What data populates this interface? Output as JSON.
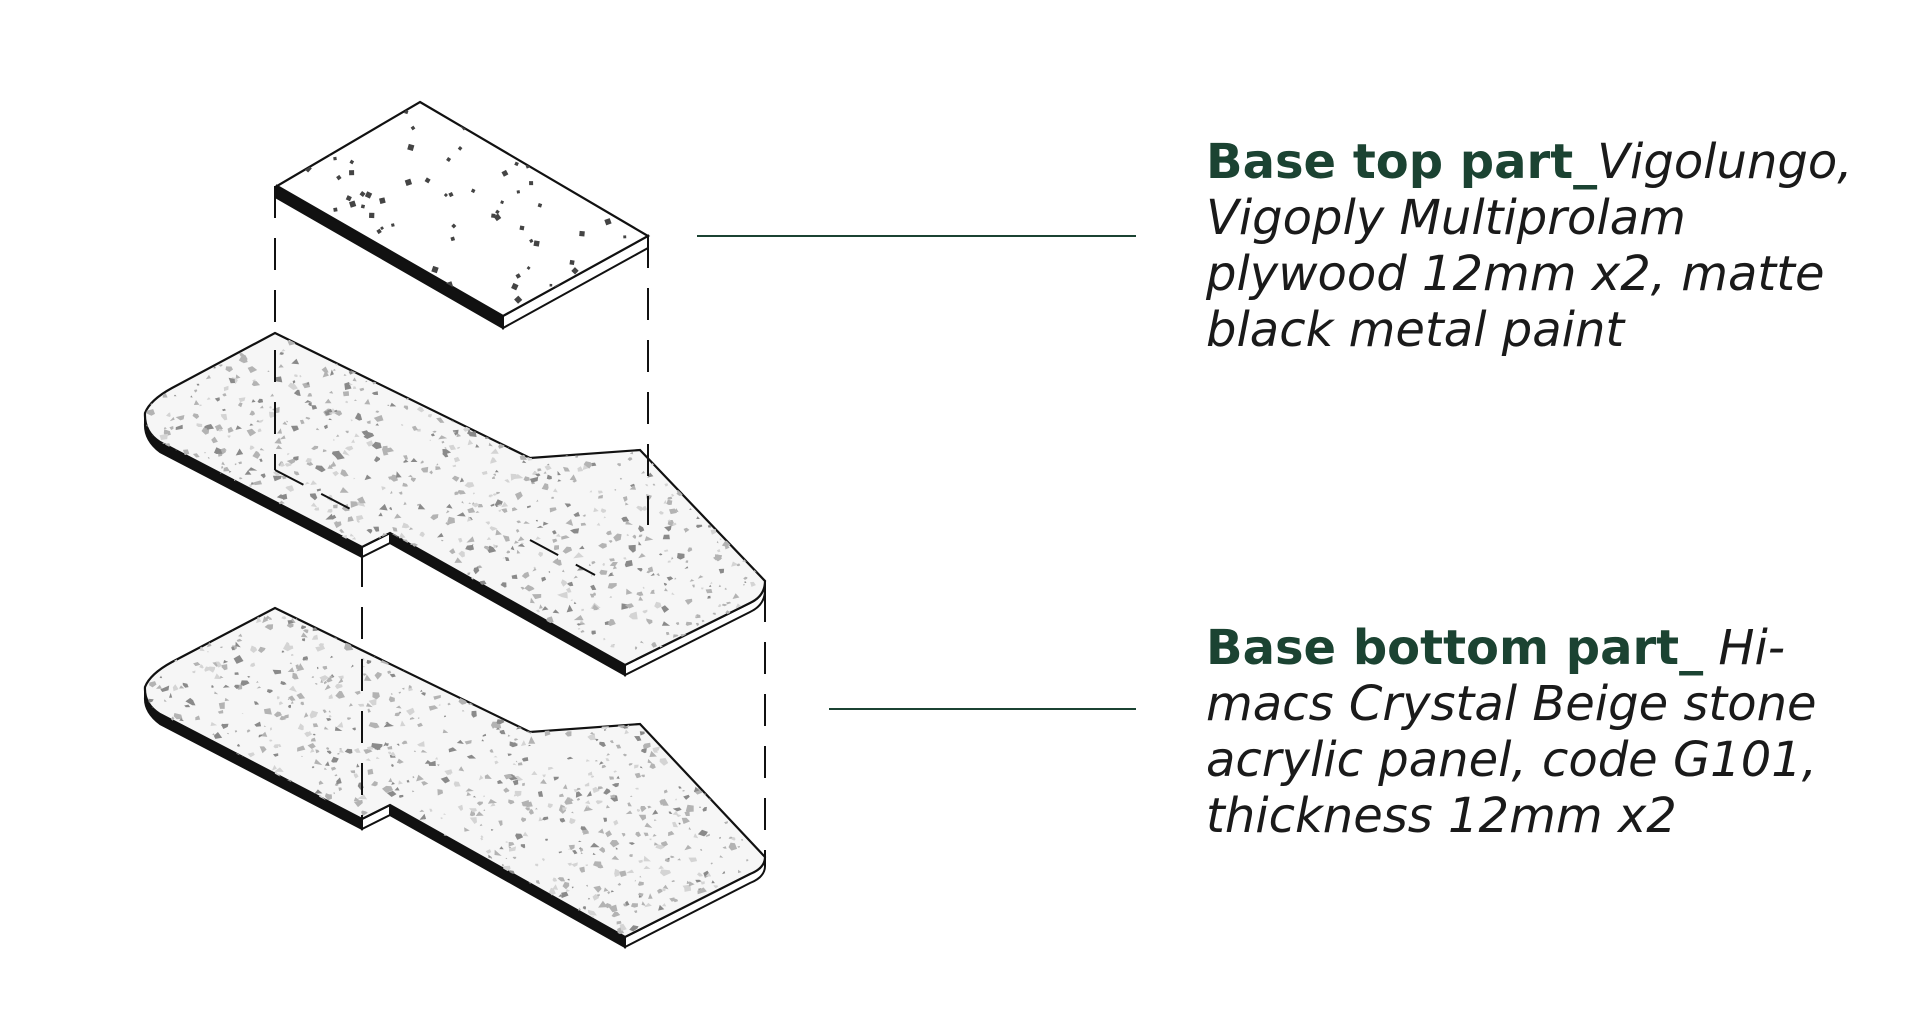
{
  "colors": {
    "accent": "#1b4332",
    "leader_line": "#1b4332",
    "outline": "#111111",
    "edge_black": "#111111",
    "chip_dark": "#8a8a8a",
    "chip_mid": "#b3b3b3",
    "chip_light": "#d4d4d4",
    "top_dots": "#444444"
  },
  "labels": {
    "top": {
      "bold": "Base top part_",
      "italic": "Vigolungo, Vigoply Multiprolam plywood 12mm x2, matte black metal paint"
    },
    "bottom": {
      "bold": "Base bottom part_",
      "italic": " Hi-macs Crystal Beige stone acrylic panel, code G101, thickness 12mm x2"
    }
  }
}
